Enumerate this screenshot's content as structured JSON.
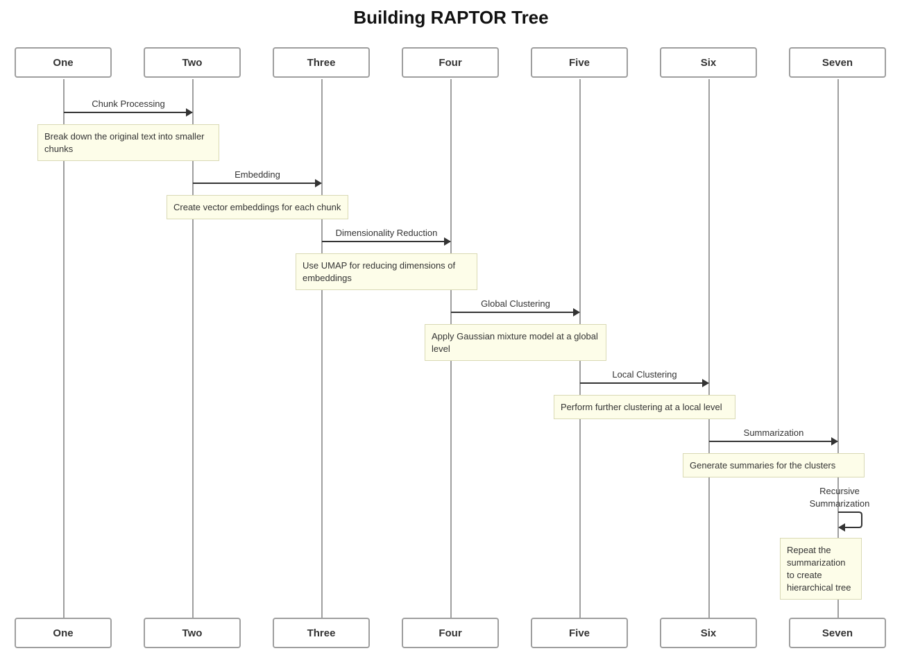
{
  "title": "Building RAPTOR Tree",
  "participants": [
    "One",
    "Two",
    "Three",
    "Four",
    "Five",
    "Six",
    "Seven"
  ],
  "messages": [
    {
      "label": "Chunk Processing",
      "from": "One",
      "to": "Two",
      "note": "Break down the original text into smaller chunks"
    },
    {
      "label": "Embedding",
      "from": "Two",
      "to": "Three",
      "note": "Create vector embeddings for each chunk"
    },
    {
      "label": "Dimensionality Reduction",
      "from": "Three",
      "to": "Four",
      "note": "Use UMAP for reducing dimensions of embeddings"
    },
    {
      "label": "Global Clustering",
      "from": "Four",
      "to": "Five",
      "note": "Apply Gaussian mixture model at a global level"
    },
    {
      "label": "Local Clustering",
      "from": "Five",
      "to": "Six",
      "note": "Perform further clustering at a local level"
    },
    {
      "label": "Summarization",
      "from": "Six",
      "to": "Seven",
      "note": "Generate summaries for the clusters"
    },
    {
      "label": "Recursive Summarization",
      "from": "Seven",
      "to": "Seven",
      "note": "Repeat the summarization to create hierarchical tree"
    }
  ],
  "colors": {
    "line": "#9e9e9e",
    "arrow": "#333333",
    "note_bg": "#fdfde9",
    "note_border": "#d9d9b4"
  }
}
